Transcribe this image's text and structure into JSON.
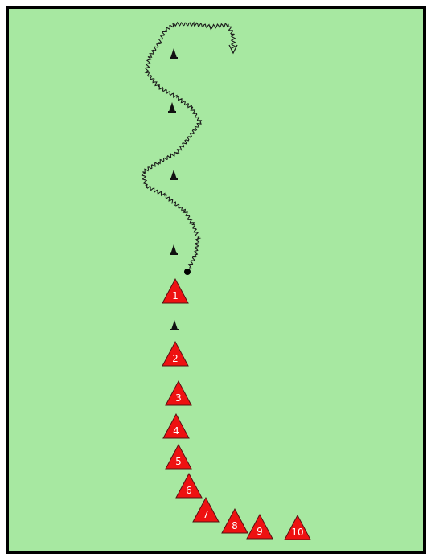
{
  "colors": {
    "field": "#a7e8a1",
    "border": "#000000",
    "player_fill": "#ee1111",
    "player_stroke": "#551111",
    "cone": "#111111",
    "path": "#1a1a1a"
  },
  "players": [
    {
      "label": "1"
    },
    {
      "label": "2"
    },
    {
      "label": "3"
    },
    {
      "label": "4"
    },
    {
      "label": "5"
    },
    {
      "label": "6"
    },
    {
      "label": "7"
    },
    {
      "label": "8"
    },
    {
      "label": "9"
    },
    {
      "label": "10"
    }
  ],
  "cones": [
    {
      "icon": "cone-icon"
    },
    {
      "icon": "cone-icon"
    },
    {
      "icon": "cone-icon"
    },
    {
      "icon": "cone-icon"
    },
    {
      "icon": "cone-icon"
    }
  ],
  "ball": {
    "icon": "ball-icon"
  },
  "dribble_path": {
    "icon": "dribble-path"
  }
}
